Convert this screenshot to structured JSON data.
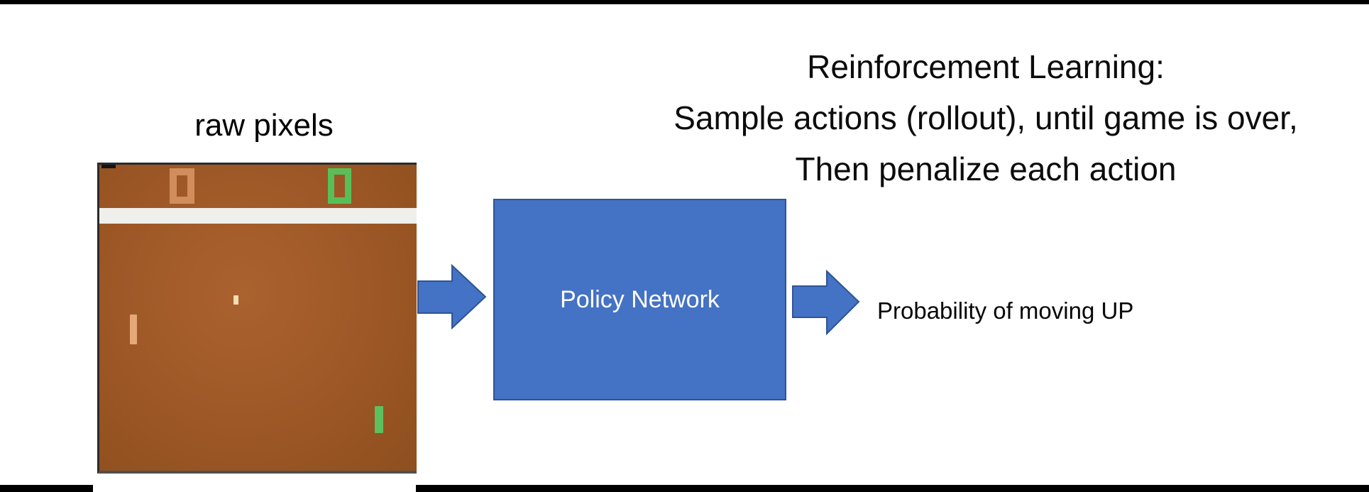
{
  "title": {
    "line1": "Reinforcement Learning:",
    "line2": "Sample actions (rollout), until game is over,",
    "line3": "Then penalize each action"
  },
  "pipeline": {
    "input_label": "raw pixels",
    "policy_box_label": "Policy Network",
    "output_label": "Probability of moving UP"
  },
  "game": {
    "description": "Atari Pong game frame used as raw pixel input",
    "left_score": "0",
    "right_score": "0"
  },
  "colors": {
    "accent_blue": "#4472C4",
    "accent_blue_border": "#2F5496",
    "game_brown": "#9D5726",
    "score_orange": "#D18D5B",
    "score_green": "#58BF58",
    "paddle_orange": "#E6A878",
    "paddle_green": "#5DBF5E",
    "ball_cream": "#F4DDB2",
    "white_band": "#EFEFEC",
    "bar_black": "#000000",
    "text_black": "#0C0C0C",
    "box_text_white": "#FFFFFF"
  }
}
